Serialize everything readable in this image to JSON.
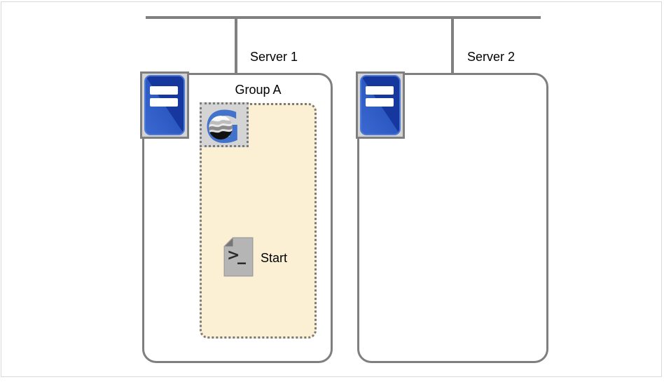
{
  "diagram": {
    "title": "",
    "bus": {
      "description": "network bus line connecting servers"
    },
    "servers": [
      {
        "label": "Server 1",
        "icon": "server-tower-icon",
        "group": {
          "label": "Group A",
          "icon": "jobscheduler-g-logo-icon",
          "jobs": [
            {
              "label": "Start",
              "icon": "shell-script-icon"
            }
          ]
        }
      },
      {
        "label": "Server 2",
        "icon": "server-tower-icon",
        "group": null
      }
    ]
  },
  "icons": {
    "server": "server-tower-icon",
    "group_logo": "jobscheduler-g-logo-icon",
    "job": "shell-script-icon"
  },
  "colors": {
    "line_gray": "#808080",
    "box_border_gray": "#7f7f7f",
    "dotted_border_gray": "#7a7a7a",
    "icon_square_bg": "#d4d4d4",
    "group_fill_cream": "#fbf0d3",
    "server_blue": "#2c58c2",
    "server_blue_dark": "#16379e",
    "logo_blue": "#4273cc",
    "frame_border": "#d9d9d9"
  }
}
